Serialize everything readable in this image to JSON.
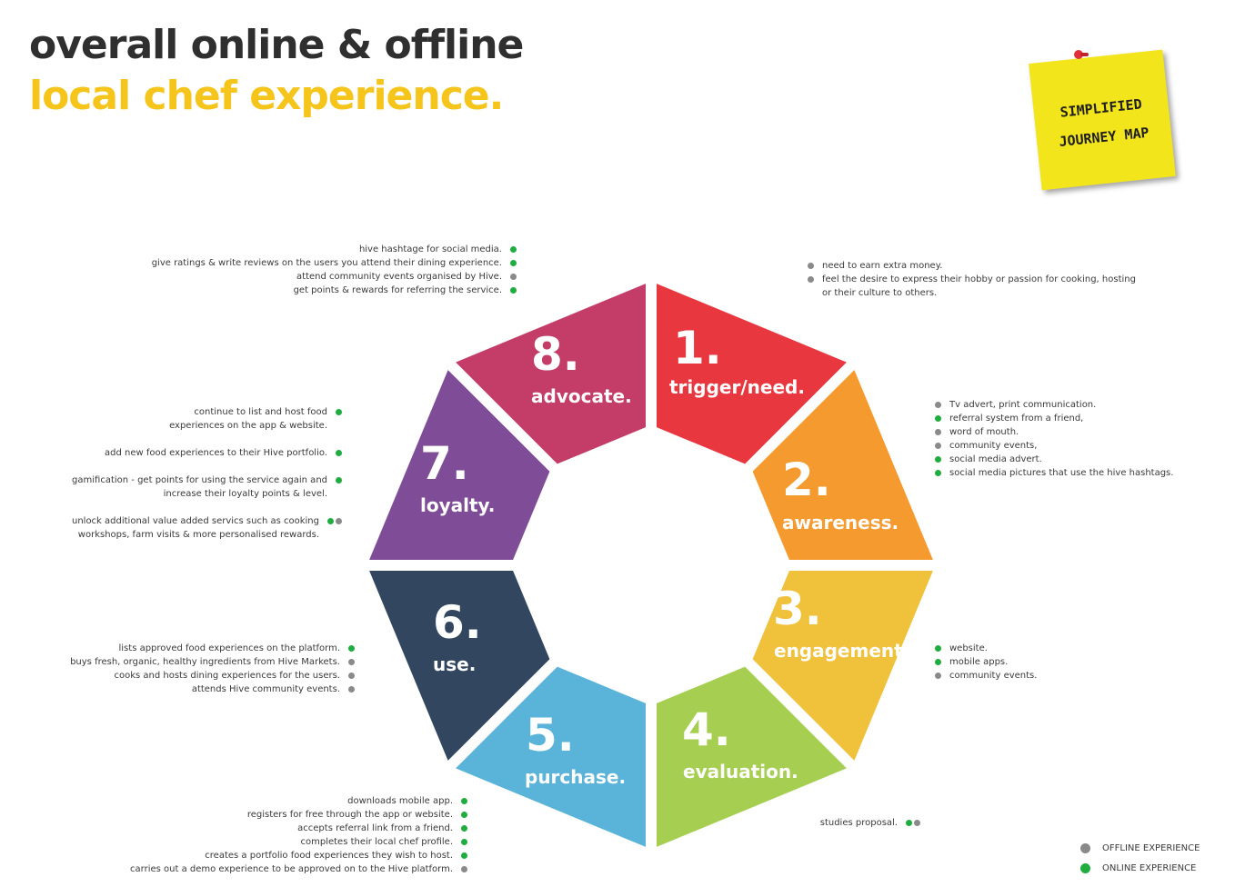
{
  "title": {
    "line1": "overall online & offline",
    "line2": "local chef experience."
  },
  "sticky_note": {
    "line1": "SIMPLIFIED",
    "line2": "JOURNEY MAP",
    "note_color": "#f3e51b",
    "pin_color": "#e0303a"
  },
  "stages": [
    {
      "number": "1.",
      "name": "trigger/need.",
      "color": "#e9373f"
    },
    {
      "number": "2.",
      "name": "awareness.",
      "color": "#f59a2f"
    },
    {
      "number": "3.",
      "name": "engagement.",
      "color": "#f0c13b"
    },
    {
      "number": "4.",
      "name": "evaluation.",
      "color": "#a6cf51"
    },
    {
      "number": "5.",
      "name": "purchase.",
      "color": "#5ab3d8"
    },
    {
      "number": "6.",
      "name": "use.",
      "color": "#32475f"
    },
    {
      "number": "7.",
      "name": "loyalty.",
      "color": "#7f4d97"
    },
    {
      "number": "8.",
      "name": "advocate.",
      "color": "#c43c68"
    }
  ],
  "notes": {
    "trigger": [
      {
        "text": "need to earn extra money.",
        "dots": [
          "offline"
        ]
      },
      {
        "text": "feel the desire to express their hobby or passion for cooking, hosting\nor their culture to others.",
        "dots": [
          "offline"
        ]
      }
    ],
    "awareness": [
      {
        "text": "Tv advert, print communication.",
        "dots": [
          "offline"
        ]
      },
      {
        "text": "referral system from a friend,",
        "dots": [
          "online"
        ]
      },
      {
        "text": "word of mouth.",
        "dots": [
          "offline"
        ]
      },
      {
        "text": "community events,",
        "dots": [
          "offline"
        ]
      },
      {
        "text": "social media advert.",
        "dots": [
          "online"
        ]
      },
      {
        "text": "social media pictures that use the hive hashtags.",
        "dots": [
          "online"
        ]
      }
    ],
    "engagement": [
      {
        "text": "website.",
        "dots": [
          "online"
        ]
      },
      {
        "text": "mobile apps.",
        "dots": [
          "online"
        ]
      },
      {
        "text": "community events.",
        "dots": [
          "offline"
        ]
      }
    ],
    "evaluation": [
      {
        "text": "studies proposal.",
        "dots": [
          "online",
          "offline"
        ]
      }
    ],
    "purchase": [
      {
        "text": "downloads mobile app.",
        "dots": [
          "online"
        ]
      },
      {
        "text": "registers for free through the app or website.",
        "dots": [
          "online"
        ]
      },
      {
        "text": "accepts referral link from a friend.",
        "dots": [
          "online"
        ]
      },
      {
        "text": "completes their local chef profile.",
        "dots": [
          "online"
        ]
      },
      {
        "text": "creates a portfolio food experiences they wish to host.",
        "dots": [
          "online"
        ]
      },
      {
        "text": "carries out a demo experience to be approved on to the Hive platform.",
        "dots": [
          "offline"
        ]
      }
    ],
    "use": [
      {
        "text": "lists approved food experiences on the platform.",
        "dots": [
          "online"
        ]
      },
      {
        "text": "buys fresh, organic, healthy ingredients from Hive Markets.",
        "dots": [
          "offline"
        ]
      },
      {
        "text": "cooks and hosts dining experiences for the users.",
        "dots": [
          "offline"
        ]
      },
      {
        "text": "attends Hive community events.",
        "dots": [
          "offline"
        ]
      }
    ],
    "loyalty": [
      {
        "text": "continue to list and host  food\nexperiences on the app & website.",
        "dots": [
          "online"
        ]
      },
      {
        "text": "add new food experiences to their Hive portfolio.",
        "dots": [
          "online"
        ]
      },
      {
        "text": "gamification - get points for using the service again and\nincrease their loyalty points & level.",
        "dots": [
          "online"
        ]
      },
      {
        "text": "unlock additional value added servics such as cooking\nworkshops, farm visits & more personalised rewards.",
        "dots": [
          "online",
          "offline"
        ]
      }
    ],
    "advocate": [
      {
        "text": "hive hashtage for social media.",
        "dots": [
          "online"
        ]
      },
      {
        "text": "give ratings & write reviews on the users you attend their dining experience.",
        "dots": [
          "online"
        ]
      },
      {
        "text": "attend community events organised by Hive.",
        "dots": [
          "offline"
        ]
      },
      {
        "text": "get points & rewards for referring the service.",
        "dots": [
          "online"
        ]
      }
    ]
  },
  "legend": [
    {
      "label": "OFFLINE EXPERIENCE",
      "color": "#8a8a8a"
    },
    {
      "label": "ONLINE EXPERIENCE",
      "color": "#1fad3f"
    }
  ],
  "dot_colors": {
    "online": "#1fad3f",
    "offline": "#8a8a8a"
  }
}
